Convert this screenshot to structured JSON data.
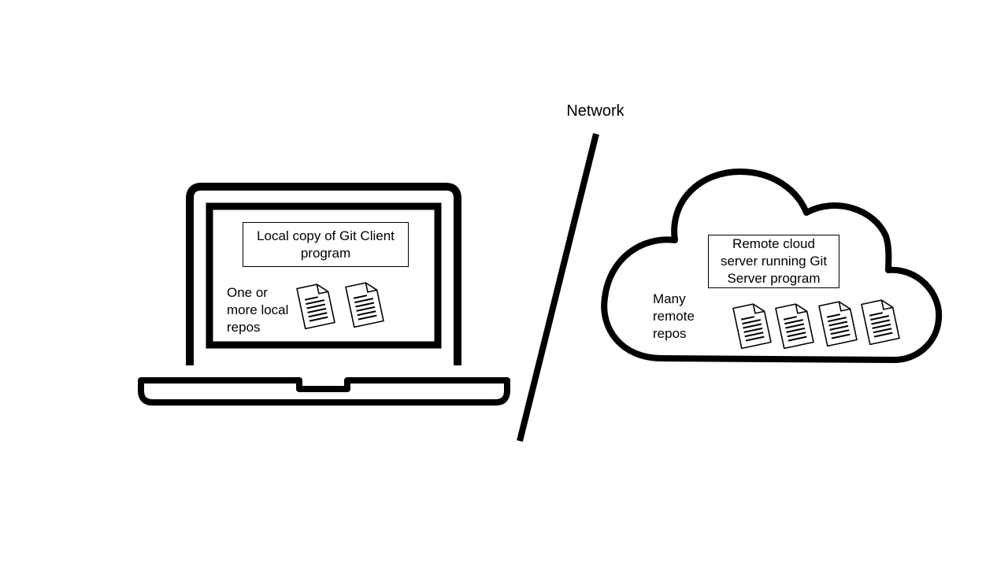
{
  "network": {
    "label": "Network"
  },
  "laptop": {
    "client_box_text": "Local copy of Git Client\nprogram",
    "repos_label": "One or\nmore local\nrepos",
    "repo_count": 2
  },
  "cloud": {
    "server_box_text": "Remote cloud\nserver running Git\nServer program",
    "repos_label": "Many\nremote\nrepos",
    "repo_count": 4
  },
  "icons": {
    "laptop": "laptop-icon",
    "cloud": "cloud-icon",
    "document": "document-icon",
    "network_line": "network-divider-line"
  },
  "colors": {
    "stroke": "#000000",
    "background": "#ffffff"
  }
}
